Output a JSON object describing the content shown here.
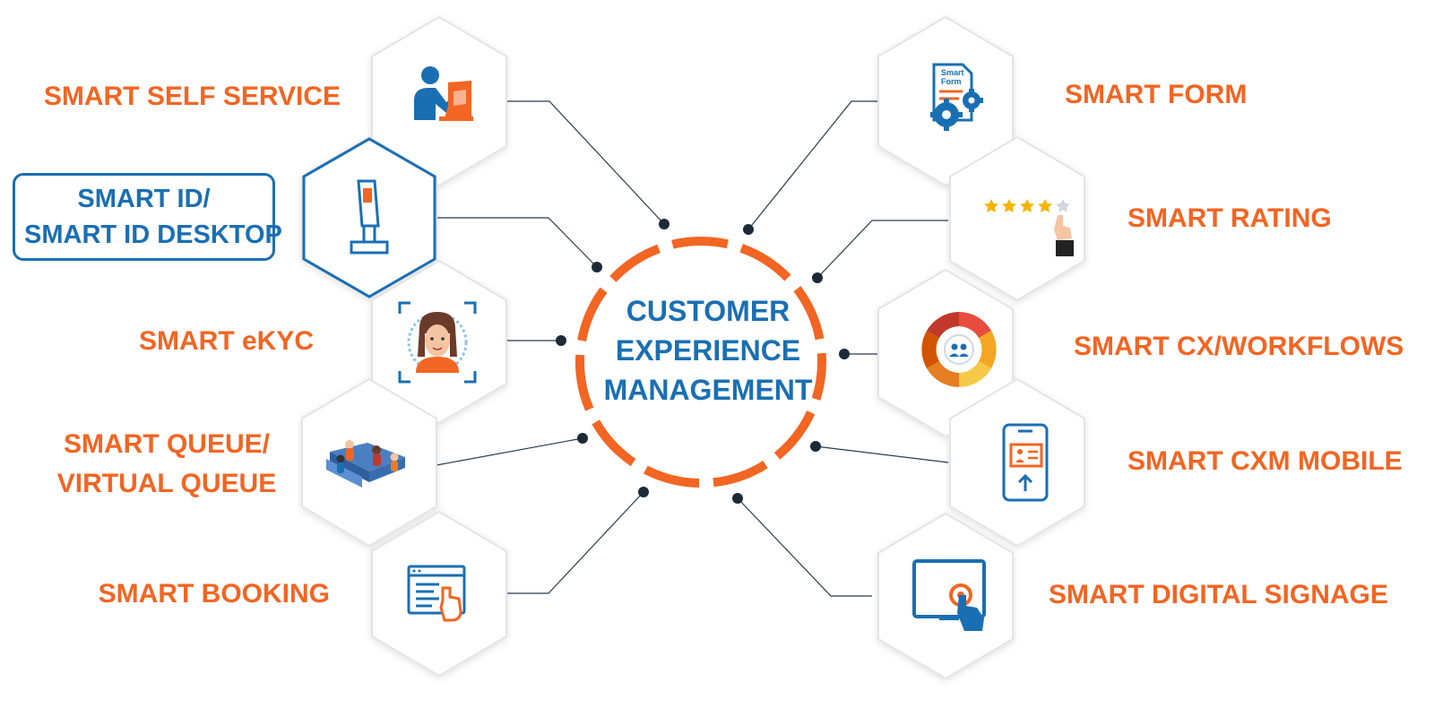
{
  "center": {
    "line1": "CUSTOMER",
    "line2": "EXPERIENCE",
    "line3": "MANAGEMENT"
  },
  "left_items": [
    {
      "label": "SMART SELF SERVICE",
      "icon": "self-service-kiosk-user-icon"
    },
    {
      "label_line1": "SMART ID/",
      "label_line2": "SMART ID DESKTOP",
      "icon": "standing-kiosk-icon",
      "selected": true
    },
    {
      "label": "SMART eKYC",
      "icon": "face-scan-icon"
    },
    {
      "label_line1": "SMART QUEUE/",
      "label_line2": "VIRTUAL QUEUE",
      "icon": "waiting-room-icon"
    },
    {
      "label": "SMART BOOKING",
      "icon": "online-booking-icon"
    }
  ],
  "right_items": [
    {
      "label": "SMART FORM",
      "icon": "smart-form-gears-icon",
      "icon_text_1": "Smart",
      "icon_text_2": "Form"
    },
    {
      "label": "SMART RATING",
      "icon": "star-rating-hand-icon"
    },
    {
      "label": "SMART CX/WORKFLOWS",
      "icon": "workflow-cycle-icon"
    },
    {
      "label": "SMART CXM MOBILE",
      "icon": "mobile-id-upload-icon"
    },
    {
      "label": "SMART DIGITAL SIGNAGE",
      "icon": "touch-screen-tablet-icon"
    }
  ],
  "colors": {
    "orange": "#f26522",
    "blue": "#1a6fb3",
    "line": "#2b3a4a",
    "hex_border": "#e2e2e2"
  }
}
